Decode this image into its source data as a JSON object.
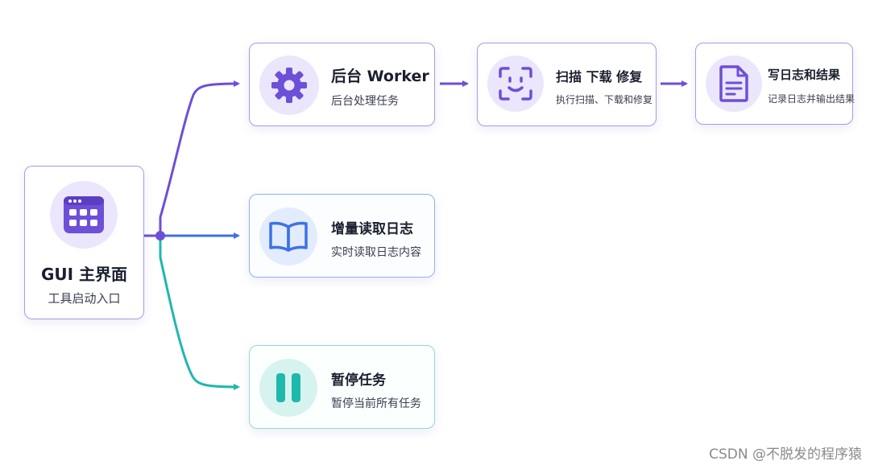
{
  "nodes": {
    "gui": {
      "title": "GUI 主界面",
      "subtitle": "工具启动入口",
      "icon": "app-window-icon"
    },
    "worker": {
      "title": "后台 Worker",
      "subtitle": "后台处理任务",
      "icon": "gear-icon"
    },
    "scan": {
      "title": "扫描 下载 修复",
      "subtitle": "执行扫描、下载和修复",
      "icon": "scan-face-icon"
    },
    "log": {
      "title": "写日志和结果",
      "subtitle": "记录日志并输出结果",
      "icon": "document-icon"
    },
    "read": {
      "title": "增量读取日志",
      "subtitle": "实时读取日志内容",
      "icon": "open-book-icon"
    },
    "pause": {
      "title": "暂停任务",
      "subtitle": "暂停当前所有任务",
      "icon": "pause-icon"
    }
  },
  "colors": {
    "purple": "#6d4fd8",
    "blue": "#3d72e6",
    "teal": "#1fb8ad"
  },
  "watermark": "CSDN @不脱发的程序猿"
}
